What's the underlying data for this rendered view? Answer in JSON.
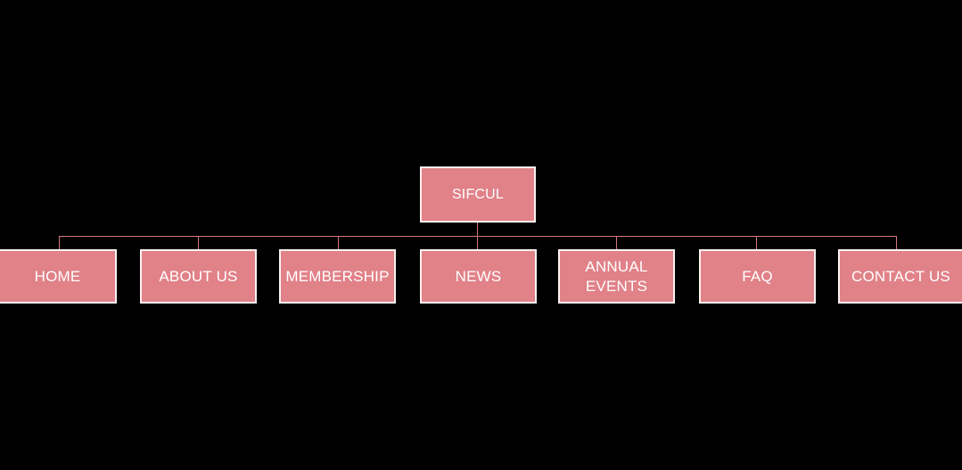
{
  "diagram": {
    "type": "sitemap-tree",
    "background_color": "#000000",
    "node_fill_color": "#e18188",
    "node_border_color": "#fdf2f2",
    "connector_color": "#d4787e",
    "label_color": "#ffffff",
    "root": {
      "label": "SIFCUL",
      "name": "node-sifcul"
    },
    "children": [
      {
        "label": "HOME",
        "name": "node-home"
      },
      {
        "label": "ABOUT US",
        "name": "node-about-us"
      },
      {
        "label": "MEMBERSHIP",
        "name": "node-membership"
      },
      {
        "label": "NEWS",
        "name": "node-news"
      },
      {
        "label": "ANNUAL\nEVENTS",
        "name": "node-annual-events"
      },
      {
        "label": "FAQ",
        "name": "node-faq"
      },
      {
        "label": "CONTACT US",
        "name": "node-contact-us"
      }
    ]
  }
}
